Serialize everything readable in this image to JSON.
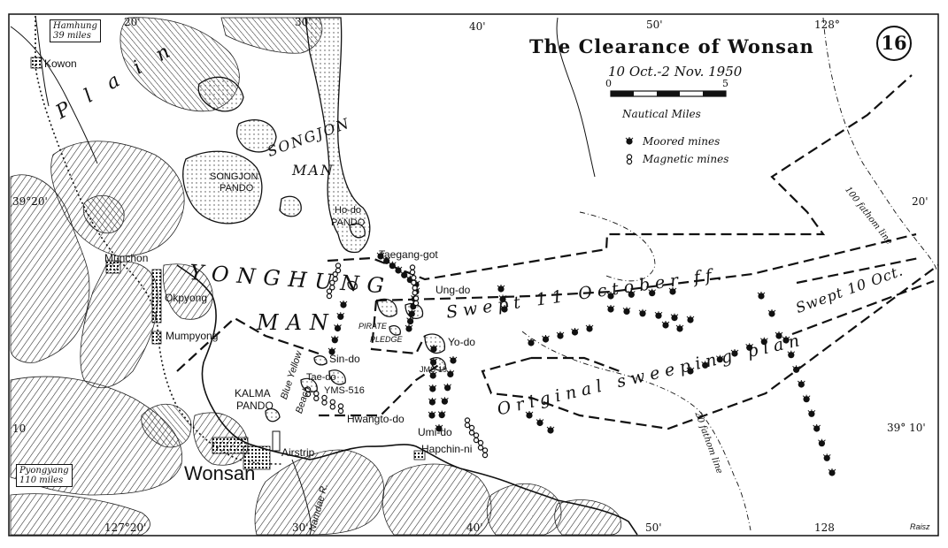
{
  "title": "The Clearance of Wonsan",
  "date_range": "10 Oct.-2 Nov. 1950",
  "map_number": "16",
  "credit": "Raisz",
  "scale": {
    "start": "0",
    "end": "5",
    "unit": "Nautical Miles"
  },
  "legend": [
    {
      "symbol": "moored-mine-icon",
      "label": "Moored mines"
    },
    {
      "symbol": "magnetic-mine-icon",
      "label": "Magnetic mines"
    }
  ],
  "distance_boxes": {
    "hamhung": {
      "line1": "Hamhung",
      "line2": "39 miles"
    },
    "pyongyang": {
      "line1": "Pyongyang",
      "line2": "110 miles"
    }
  },
  "coordinates": {
    "top": [
      "20'",
      "30'",
      "40'",
      "50'",
      "128°"
    ],
    "bottom": [
      "127°20'",
      "30'",
      "40'",
      "50'",
      "128"
    ],
    "left": [
      "39°20'",
      "10"
    ],
    "right": [
      "20'",
      "39° 10'"
    ]
  },
  "places": {
    "kowon": "Kowon",
    "munchon": "Munchon",
    "okpyong": "Okpyong",
    "mumpyong": "Mumpyong",
    "wonsan": "Wonsan",
    "kalma": "KALMA",
    "pando": "PANDO",
    "songjon_pando_1": "SONGJON",
    "songjon_pando_2": "PANDO",
    "hodo_1": "Ho-do",
    "hodo_2": "PANDO",
    "taegang_got": "Taegang-got",
    "ung_do": "Ung-do",
    "yo_do": "Yo-do",
    "sin_do": "Sin-do",
    "tae_do": "Tae-do",
    "yms516": "YMS-516",
    "pirate": "PIRATE",
    "pledge": "PLEDGE",
    "jms19": "JMS-19",
    "hwangto_do": "Hwangto-do",
    "umi_do": "Umi-do",
    "hapchin_ni": "Hapchin-ni",
    "airstrip": "Airstrip",
    "blue_beach_1": "Blue Yellow",
    "blue_beach_2": "Beach",
    "namdae_r": "Namdae R.",
    "plain": "Plain",
    "songjon_man_1": "SONGJON",
    "songjon_man_2": "MAN",
    "yonghung": "YONGHUNG",
    "man": "MAN"
  },
  "channels": {
    "swept_11": "Swept 11 October ff.",
    "swept_10": "Swept 10 Oct.",
    "original": "Original sweeping plan",
    "fathom_100": "100 fathom line",
    "fathom_20": "20 fathom line"
  },
  "colors": {
    "ink": "#111111",
    "paper": "#ffffff"
  }
}
